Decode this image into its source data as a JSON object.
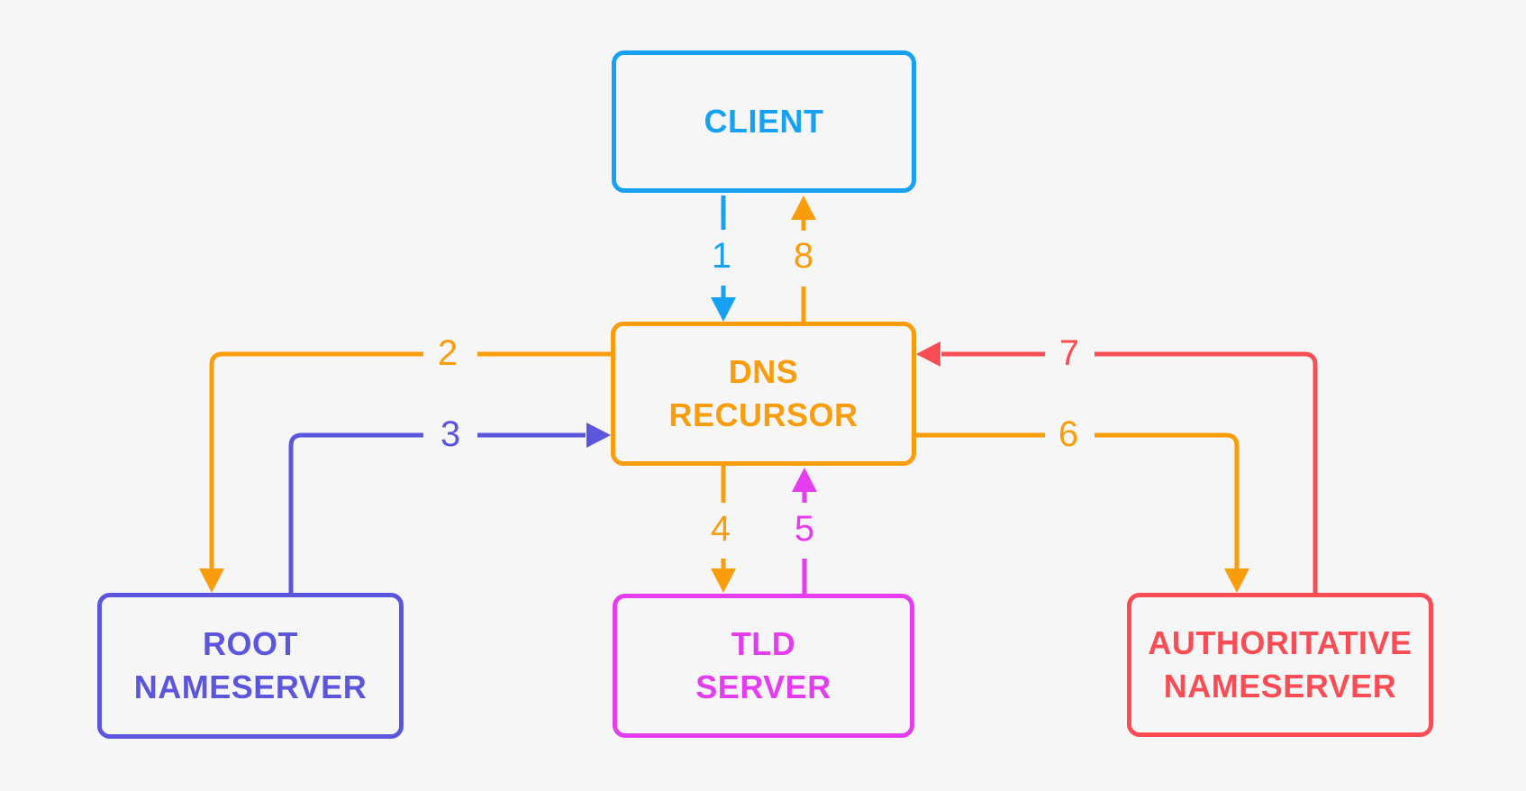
{
  "colors": {
    "background": "#F6F6F7",
    "blue": "#17A1F3",
    "orange": "#F99D0D",
    "purple": "#5B56DB",
    "magenta": "#E43CEF",
    "red": "#F94D55"
  },
  "nodes": {
    "client": {
      "lines": [
        "CLIENT"
      ],
      "color": "blue"
    },
    "dns_recursor": {
      "lines": [
        "DNS",
        "RECURSOR"
      ],
      "color": "orange"
    },
    "root_nameserver": {
      "lines": [
        "ROOT",
        "NAMESERVER"
      ],
      "color": "purple"
    },
    "tld_server": {
      "lines": [
        "TLD",
        "SERVER"
      ],
      "color": "magenta"
    },
    "authoritative_nameserver": {
      "lines": [
        "AUTHORITATIVE",
        "NAMESERVER"
      ],
      "color": "red"
    }
  },
  "arrows": [
    {
      "label": "1",
      "from": "client",
      "to": "dns_recursor",
      "color": "blue"
    },
    {
      "label": "2",
      "from": "dns_recursor",
      "to": "root_nameserver",
      "color": "orange"
    },
    {
      "label": "3",
      "from": "root_nameserver",
      "to": "dns_recursor",
      "color": "purple"
    },
    {
      "label": "4",
      "from": "dns_recursor",
      "to": "tld_server",
      "color": "orange"
    },
    {
      "label": "5",
      "from": "tld_server",
      "to": "dns_recursor",
      "color": "magenta"
    },
    {
      "label": "6",
      "from": "dns_recursor",
      "to": "authoritative_nameserver",
      "color": "orange"
    },
    {
      "label": "7",
      "from": "authoritative_nameserver",
      "to": "dns_recursor",
      "color": "red"
    },
    {
      "label": "8",
      "from": "dns_recursor",
      "to": "client",
      "color": "orange"
    }
  ]
}
